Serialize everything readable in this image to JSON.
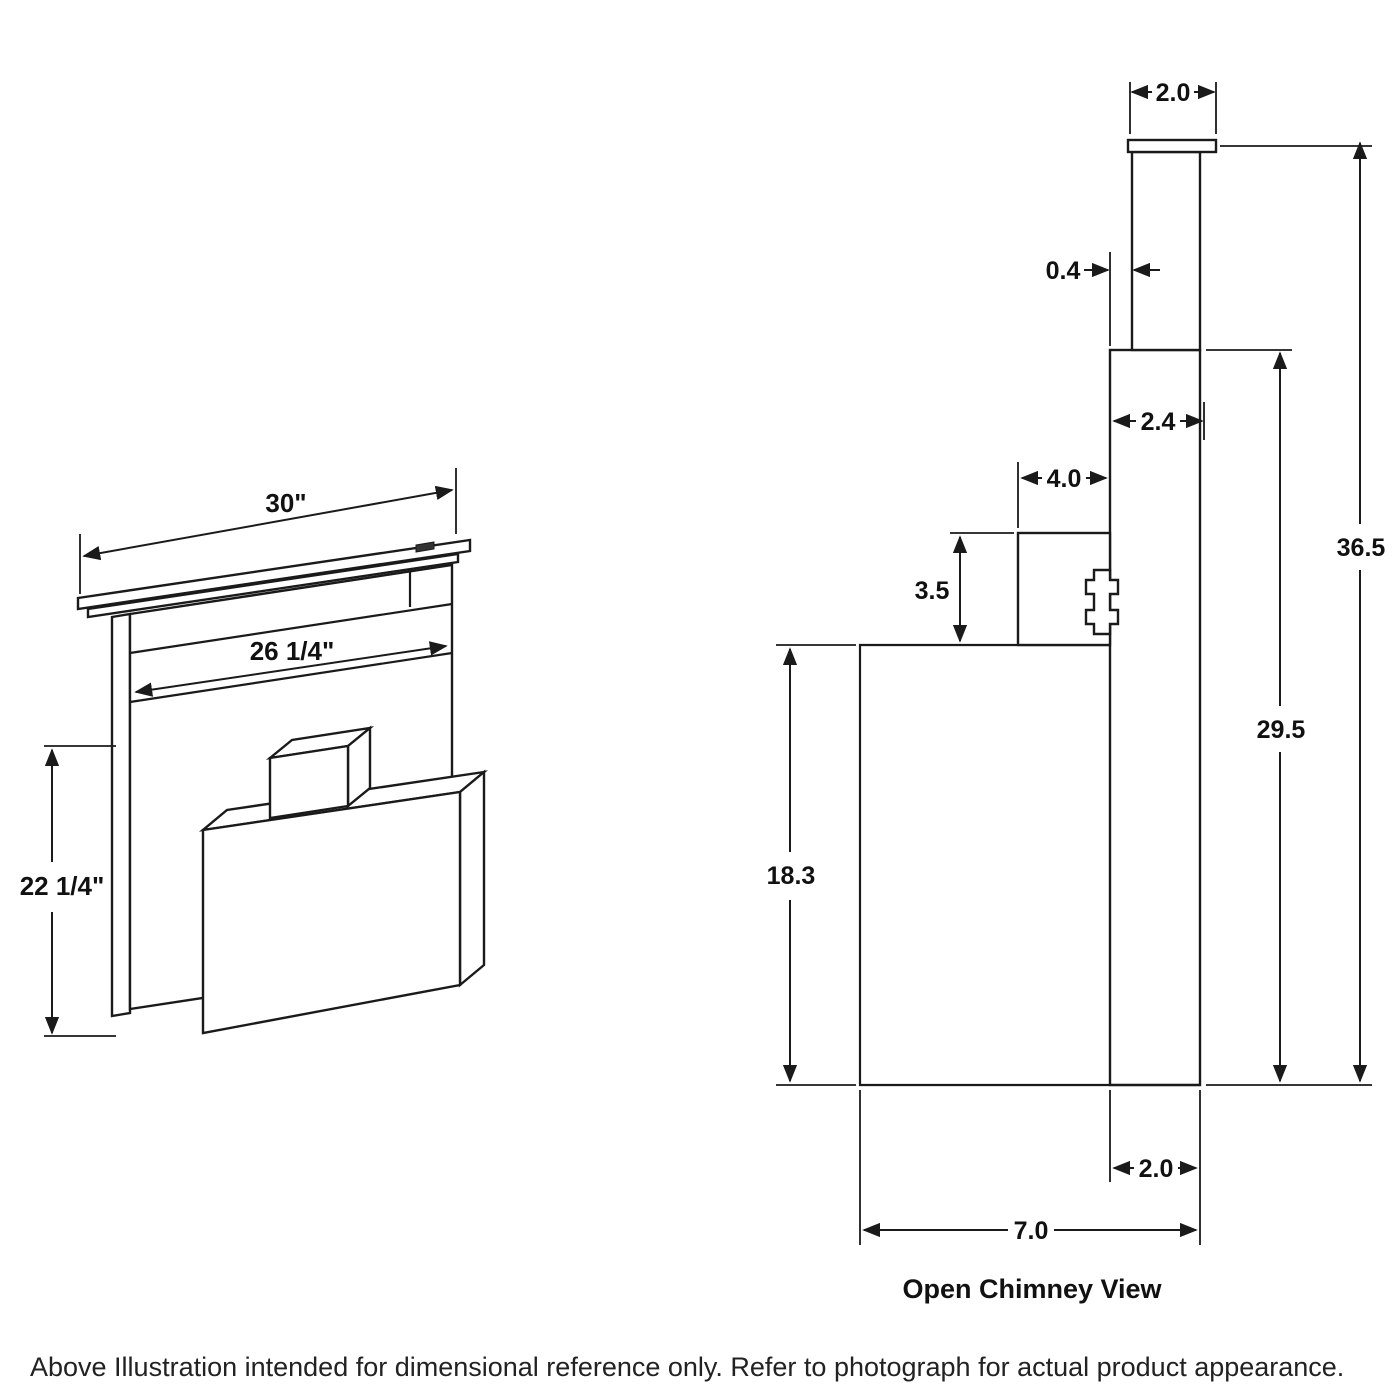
{
  "page": {
    "caption": "Above Illustration intended for dimensional reference only. Refer to photograph for actual product appearance."
  },
  "colors": {
    "line": "#1a1a1a",
    "text": "#111111",
    "background": "#ffffff"
  },
  "left_view": {
    "description": "downdraft-vent-perspective-view",
    "dimensions": {
      "top_width": "30\"",
      "vent_width": "26 1/4\"",
      "body_height": "22 1/4\""
    }
  },
  "right_view": {
    "title": "Open Chimney View",
    "dimensions": {
      "cap_width": "2.0",
      "tube_offset": "0.4",
      "chimney_width": "2.4",
      "duct_width": "4.0",
      "duct_height": "3.5",
      "overall_height": "36.5",
      "chimney_height": "29.5",
      "body_height": "18.3",
      "chimney_depth": "2.0",
      "body_depth": "7.0"
    }
  }
}
